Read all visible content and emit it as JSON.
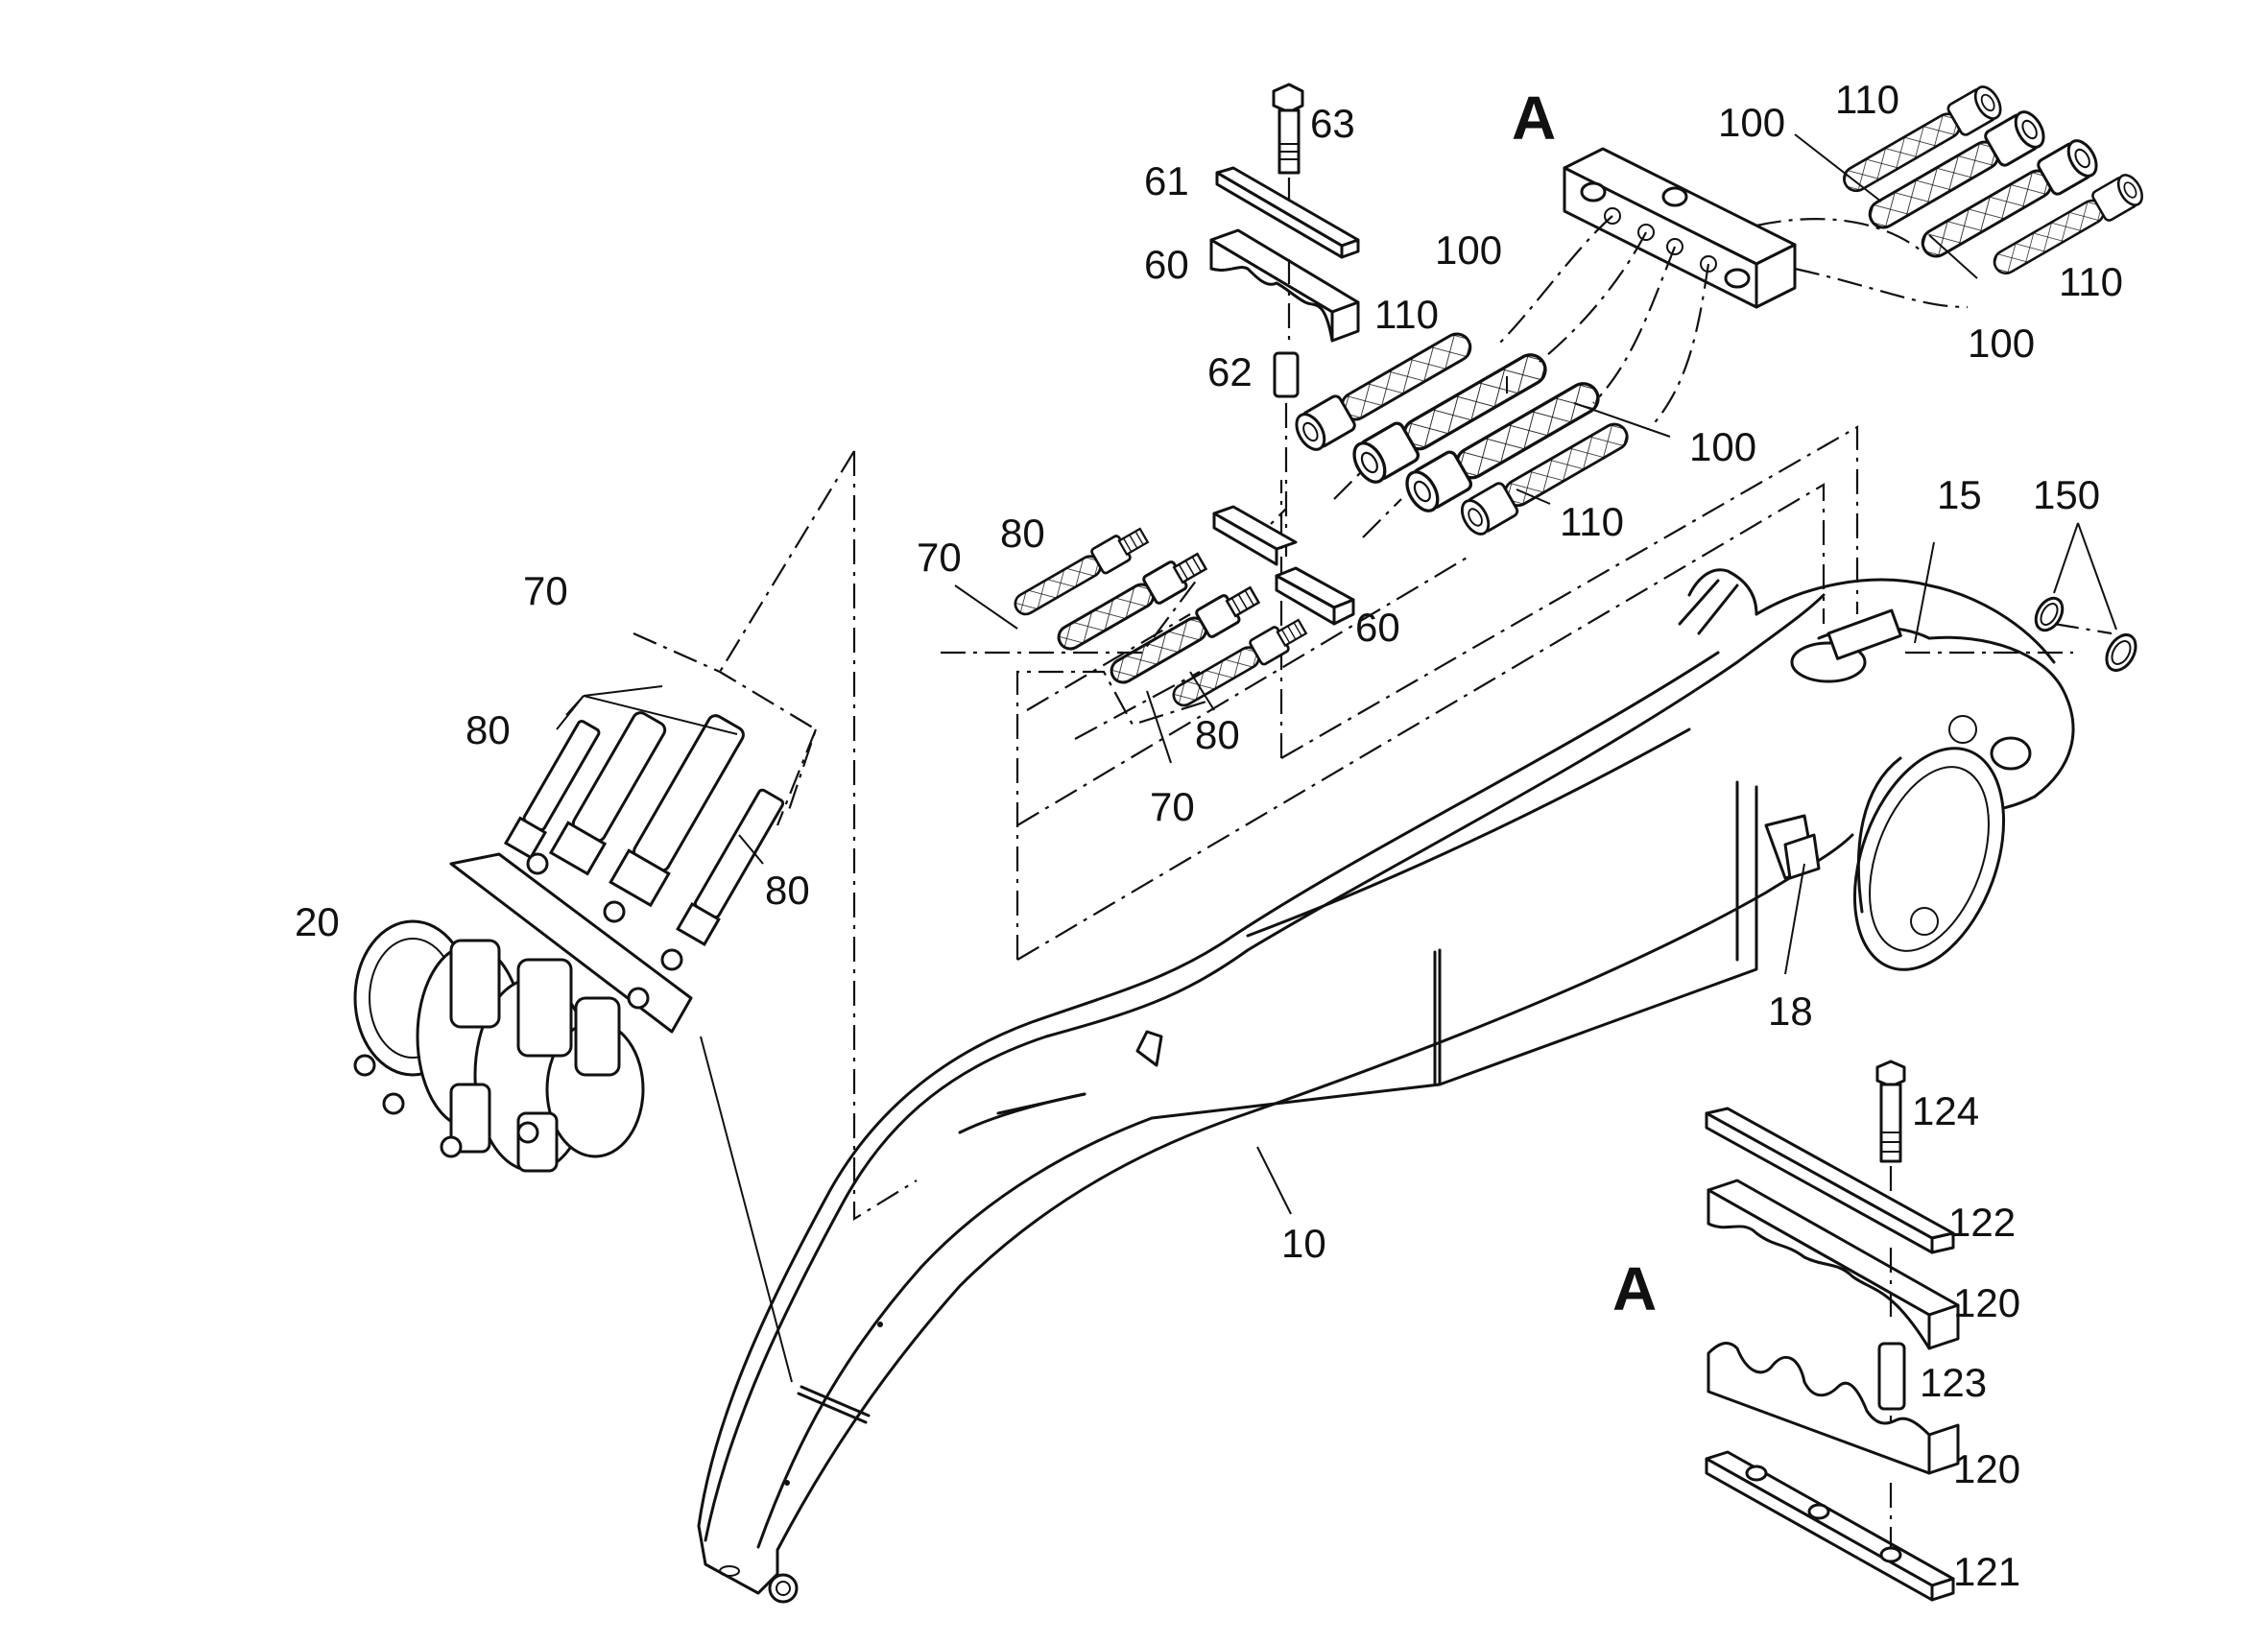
{
  "diagram": {
    "section_marks": [
      "A",
      "A"
    ],
    "labels": [
      {
        "id": "lbl-63",
        "text": "63"
      },
      {
        "id": "lbl-61",
        "text": "61"
      },
      {
        "id": "lbl-60-top",
        "text": "60"
      },
      {
        "id": "lbl-62",
        "text": "62"
      },
      {
        "id": "lbl-110-a",
        "text": "110"
      },
      {
        "id": "lbl-100-a",
        "text": "100"
      },
      {
        "id": "lbl-100-b",
        "text": "100"
      },
      {
        "id": "lbl-110-b",
        "text": "110"
      },
      {
        "id": "lbl-100-tr1",
        "text": "100"
      },
      {
        "id": "lbl-110-tr1",
        "text": "110"
      },
      {
        "id": "lbl-110-tr2",
        "text": "110"
      },
      {
        "id": "lbl-100-tr2",
        "text": "100"
      },
      {
        "id": "lbl-70-mid",
        "text": "70"
      },
      {
        "id": "lbl-80-mid",
        "text": "80"
      },
      {
        "id": "lbl-60-mid",
        "text": "60"
      },
      {
        "id": "lbl-80-mid2",
        "text": "80"
      },
      {
        "id": "lbl-70-mid2",
        "text": "70"
      },
      {
        "id": "lbl-15",
        "text": "15"
      },
      {
        "id": "lbl-150",
        "text": "150"
      },
      {
        "id": "lbl-70-left",
        "text": "70"
      },
      {
        "id": "lbl-80-left",
        "text": "80"
      },
      {
        "id": "lbl-80-left2",
        "text": "80"
      },
      {
        "id": "lbl-20",
        "text": "20"
      },
      {
        "id": "lbl-18",
        "text": "18"
      },
      {
        "id": "lbl-10",
        "text": "10"
      },
      {
        "id": "lbl-124",
        "text": "124"
      },
      {
        "id": "lbl-122",
        "text": "122"
      },
      {
        "id": "lbl-120-a",
        "text": "120"
      },
      {
        "id": "lbl-123",
        "text": "123"
      },
      {
        "id": "lbl-120-b",
        "text": "120"
      },
      {
        "id": "lbl-121",
        "text": "121"
      }
    ]
  }
}
